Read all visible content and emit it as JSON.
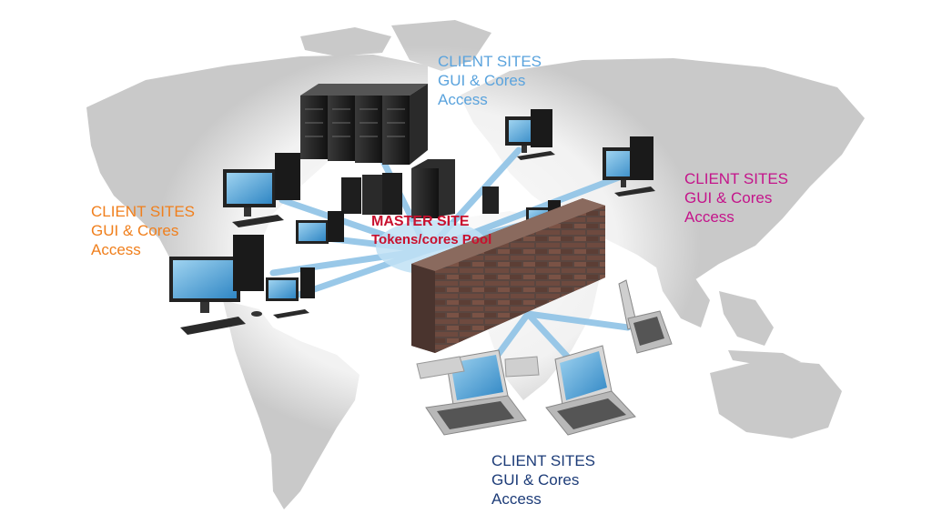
{
  "labels": {
    "client_top": {
      "line1": "CLIENT SITES",
      "line2": "GUI & Cores",
      "line3": "Access"
    },
    "client_left": {
      "line1": "CLIENT SITES",
      "line2": "GUI & Cores",
      "line3": "Access"
    },
    "client_right": {
      "line1": "CLIENT SITES",
      "line2": "GUI & Cores",
      "line3": "Access"
    },
    "client_bottom": {
      "line1": "CLIENT SITES",
      "line2": "GUI & Cores",
      "line3": "Access"
    },
    "master": {
      "line1": "MASTER SITE",
      "line2": "Tokens/cores Pool"
    }
  },
  "colors": {
    "client_top": "#5aa3dd",
    "client_left": "#f07f1c",
    "client_right": "#c4148a",
    "client_bottom": "#1d3c78",
    "master": "#c8102e",
    "map": "#c9c9c9",
    "network_link": "#8fc3e6"
  },
  "icons": [
    "world-map",
    "server-rack",
    "desktop-computer",
    "laptop",
    "brick-firewall"
  ]
}
